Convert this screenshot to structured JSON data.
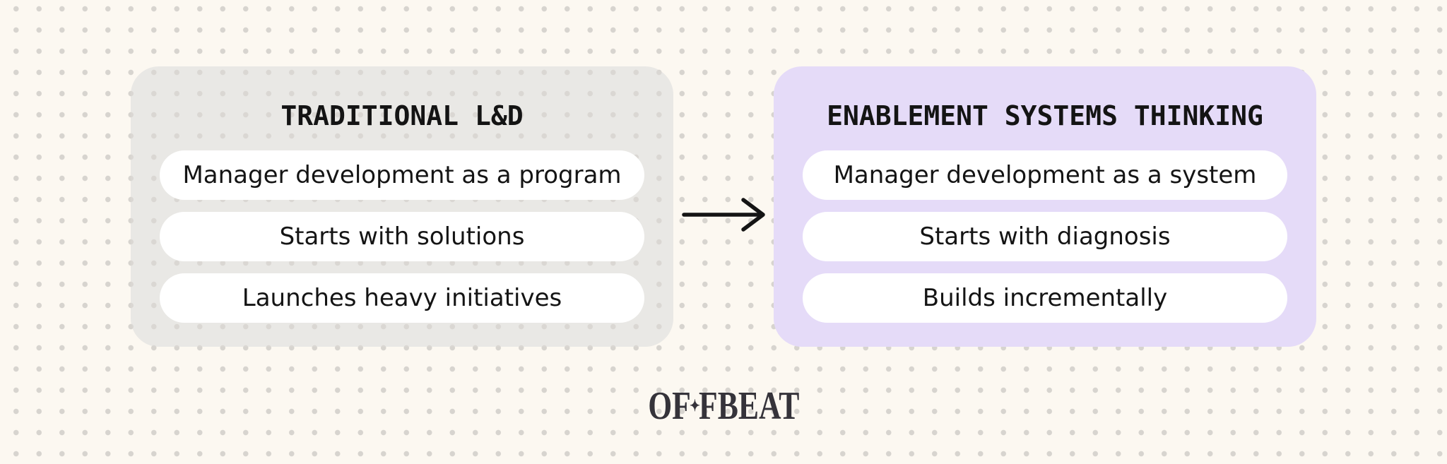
{
  "panels": [
    {
      "title": "TRADITIONAL L&D",
      "items": [
        "Manager development as a program",
        "Starts with solutions",
        "Launches heavy initiatives"
      ]
    },
    {
      "title": "ENABLEMENT SYSTEMS THINKING",
      "items": [
        "Manager development as a system",
        "Starts with diagnosis",
        "Builds incrementally"
      ]
    }
  ],
  "arrow": {
    "icon": "arrow-right"
  },
  "footer": {
    "logo_left": "OF",
    "logo_sparkle": "✦",
    "logo_right": "FBEAT"
  },
  "colors": {
    "background": "#FCF8F1",
    "dot": "#D7D4CF",
    "panel_gray": "#E9E8E5",
    "panel_purple": "#E5DBF8",
    "pill": "#FFFFFF",
    "text": "#141414",
    "arrow": "#141414",
    "logo": "#35333A"
  }
}
